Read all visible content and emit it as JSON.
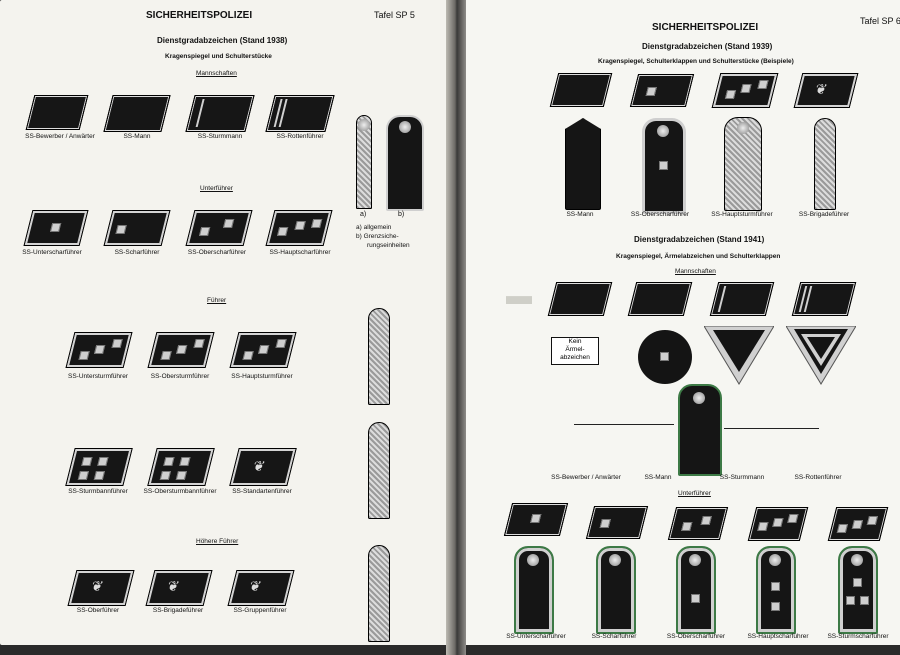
{
  "left": {
    "title": "SICHERHEITSPOLIZEI",
    "tafel": "Tafel SP 5",
    "subtitle": "Dienstgradabzeichen (Stand 1938)",
    "subsubtitle": "Kragenspiegel und Schulterstücke",
    "sections": {
      "mannschaften": "Mannschaften",
      "unterfuehrer": "Unterführer",
      "fuehrer": "Führer",
      "hoehere": "Höhere Führer"
    },
    "ranks_mannschaften": [
      "SS-Bewerber / Anwärter",
      "SS-Mann",
      "SS-Sturmmann",
      "SS-Rottenführer"
    ],
    "ranks_unterfuehrer": [
      "SS-Unterscharführer",
      "SS-Scharführer",
      "SS-Oberscharführer",
      "SS-Hauptscharführer"
    ],
    "ranks_fuehrer_1": [
      "SS-Untersturmführer",
      "SS-Obersturmführer",
      "SS-Hauptsturmführer"
    ],
    "ranks_fuehrer_2": [
      "SS-Sturmbannführer",
      "SS-Obersturmbannführer",
      "SS-Standartenführer"
    ],
    "ranks_hoehere": [
      "SS-Oberführer",
      "SS-Brigadeführer",
      "SS-Gruppenführer"
    ],
    "strap_labels": {
      "a": "a)",
      "b": "b)"
    },
    "strap_notes": [
      "a) allgemein",
      "b) Grenzsiche-",
      "rungseinheiten"
    ]
  },
  "right": {
    "title": "SICHERHEITSPOLIZEI",
    "tafel": "Tafel SP 6",
    "subtitle_1939": "Dienstgradabzeichen (Stand 1939)",
    "subsub_1939": "Kragenspiegel, Schulterklappen und Schulterstücke (Beispiele)",
    "ranks_1939": [
      "SS-Mann",
      "SS-Oberscharführer",
      "SS-Hauptsturmführer",
      "SS-Brigadeführer"
    ],
    "subtitle_1941": "Dienstgradabzeichen (Stand 1941)",
    "subsub_1941": "Kragenspiegel, Ärmelabzeichen und Schulterklappen",
    "section_mannschaften": "Mannschaften",
    "kein_box": [
      "Kein",
      "Ärmel-",
      "abzeichen"
    ],
    "ranks_1941_mannschaften": [
      "SS-Bewerber / Anwärter",
      "SS-Mann",
      "SS-Sturmmann",
      "SS-Rottenführer"
    ],
    "section_unterfuehrer": "Unterführer",
    "ranks_1941_unterfuehrer": [
      "SS-Unterscharführer",
      "SS-Scharführer",
      "SS-Oberscharführer",
      "SS-Hauptscharführer",
      "SS-Sturmscharführer"
    ]
  }
}
